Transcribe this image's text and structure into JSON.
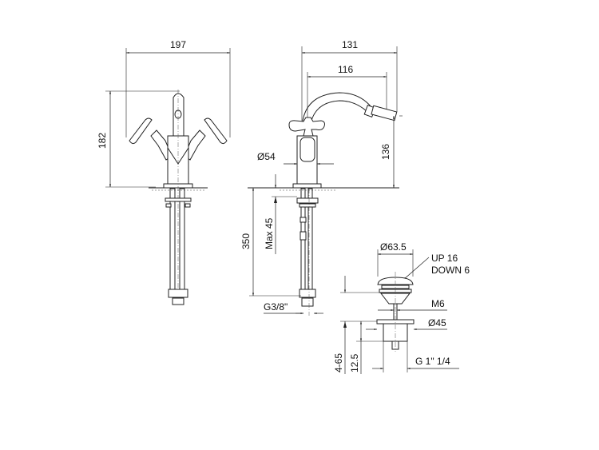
{
  "front_view": {
    "width": "197",
    "height": "182"
  },
  "side_view": {
    "depth": "131",
    "spout_reach": "116",
    "spout_height": "136",
    "body_diameter": "Ø54",
    "max_thickness": "Max 45",
    "hose_length": "350",
    "connection": "G3/8\""
  },
  "waste": {
    "cap_diameter": "Ø63.5",
    "travel_up": "UP 16",
    "travel_down": "DOWN 6",
    "rod_thread": "M6",
    "flange_diameter": "Ø45",
    "thread": "G 1\" 1/4",
    "thickness_range": "4-65",
    "flange_height": "12.5"
  }
}
